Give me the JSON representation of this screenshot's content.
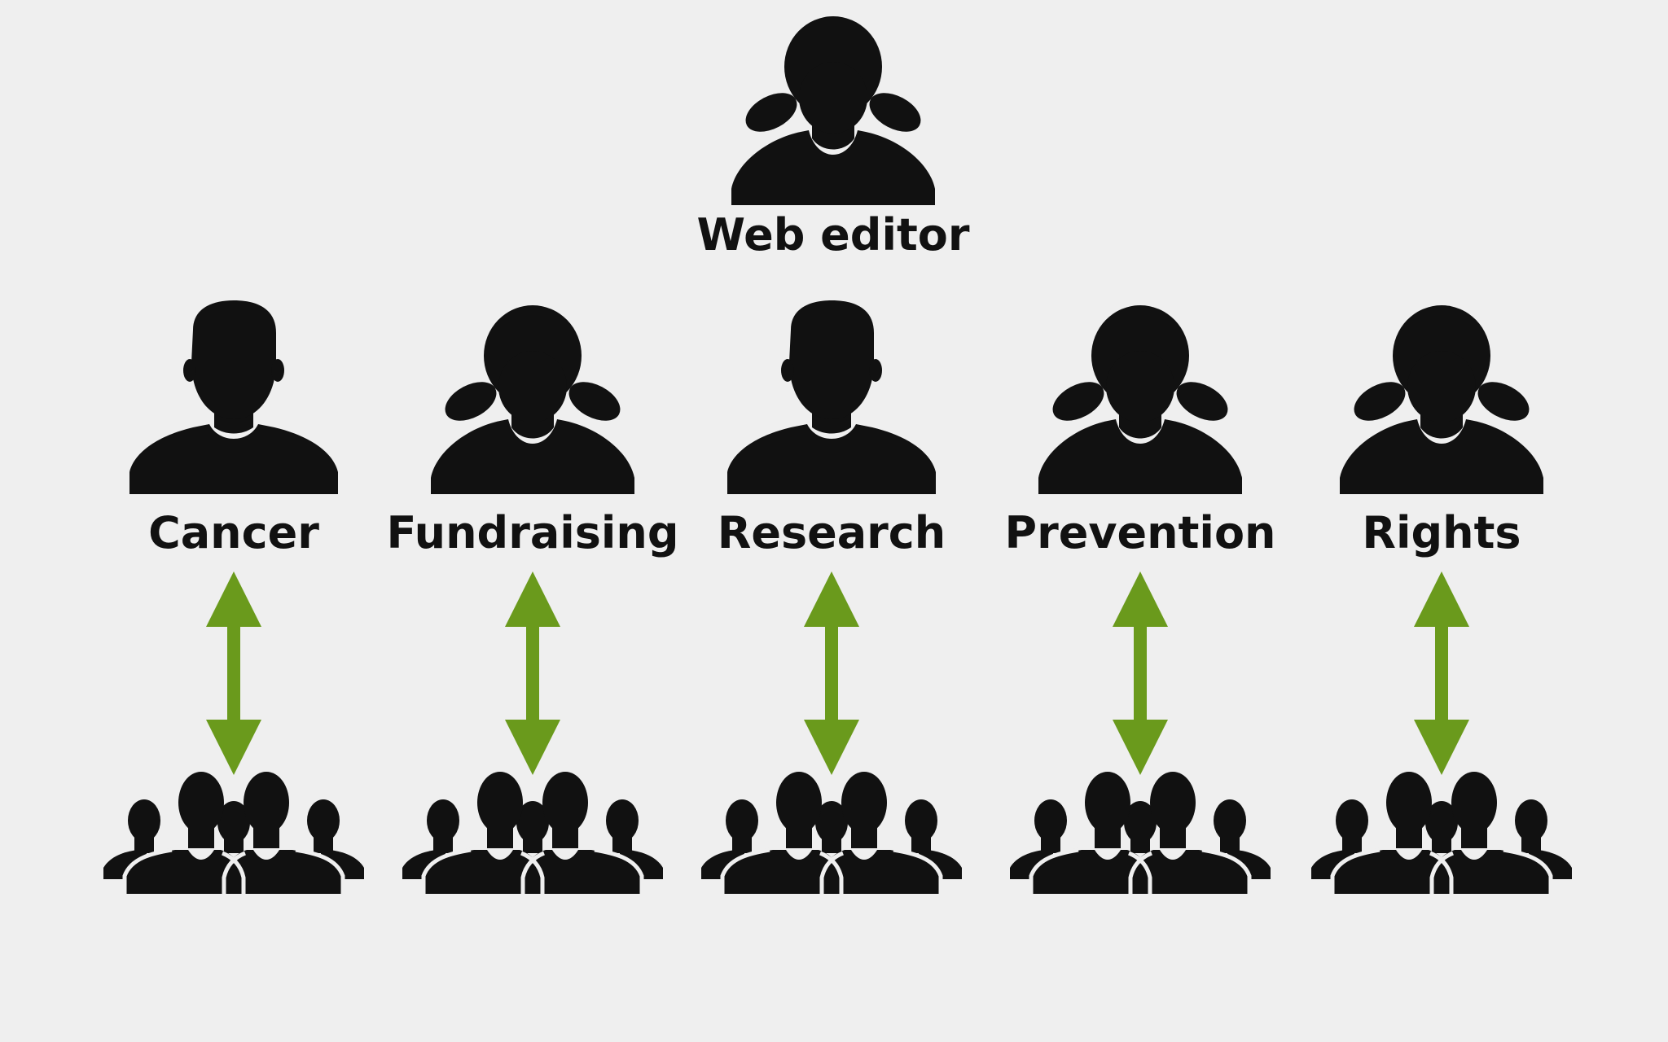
{
  "colors": {
    "background": "#efefef",
    "silhouette": "#111111",
    "arrow": "#6a9a1c"
  },
  "top_node": {
    "label": "Web editor",
    "icon": "female-user-icon"
  },
  "roles": [
    {
      "label": "Cancer",
      "icon": "male-user-icon"
    },
    {
      "label": "Fundraising",
      "icon": "female-user-icon"
    },
    {
      "label": "Research",
      "icon": "male-user-icon"
    },
    {
      "label": "Prevention",
      "icon": "female-user-icon"
    },
    {
      "label": "Rights",
      "icon": "female-user-icon"
    }
  ],
  "connector": {
    "icon": "double-arrow-icon",
    "direction": "bidirectional"
  },
  "groups": {
    "icon": "user-group-icon"
  }
}
